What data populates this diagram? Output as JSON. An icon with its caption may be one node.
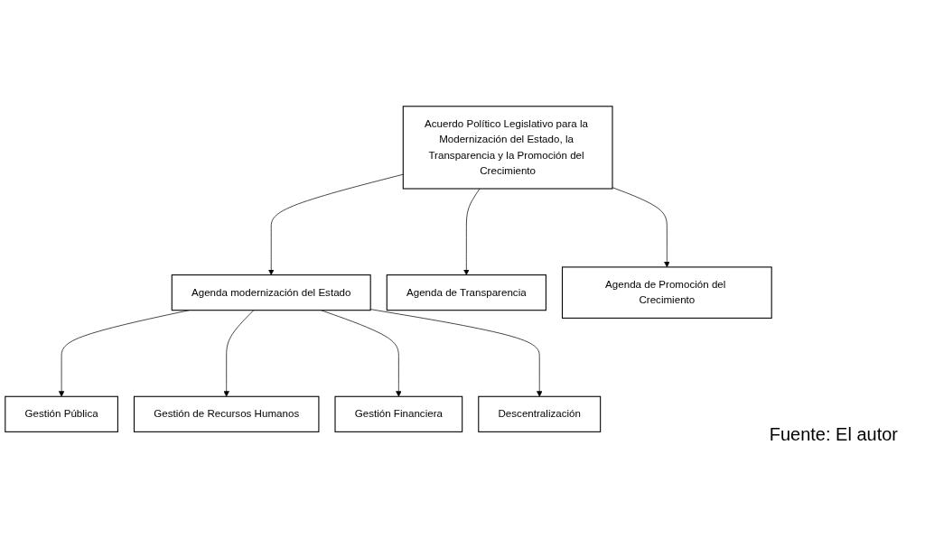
{
  "diagram": {
    "nodes": [
      {
        "text": [
          "Acuerdo Político Legislativo para la Modernización del Estado, la Transparencia y la Promoción del Crecimiento"
        ]
      },
      {
        "text": [
          "Agenda modernización del Estado"
        ]
      },
      {
        "text": [
          "Agenda de Transparencia"
        ]
      },
      {
        "text": [
          "Agenda de Promoción del Crecimiento"
        ]
      },
      {
        "text": [
          "Gestión Pública"
        ]
      },
      {
        "text": [
          "Gestión de Recursos Humanos"
        ]
      },
      {
        "text": [
          "Gestión Financiera"
        ]
      },
      {
        "text": [
          "Descentralización"
        ]
      }
    ],
    "edges": [
      {
        "from": 0,
        "to": 1,
        "arrow": "to"
      },
      {
        "from": 0,
        "to": 2,
        "arrow": "to"
      },
      {
        "from": 0,
        "to": 3,
        "arrow": "to"
      },
      {
        "from": 1,
        "to": 4,
        "arrow": "to"
      },
      {
        "from": 1,
        "to": 5,
        "arrow": "to"
      },
      {
        "from": 1,
        "to": 6,
        "arrow": "to"
      },
      {
        "from": 1,
        "to": 7,
        "arrow": "to"
      }
    ],
    "labels": [
      "Fuente: El autor"
    ]
  }
}
